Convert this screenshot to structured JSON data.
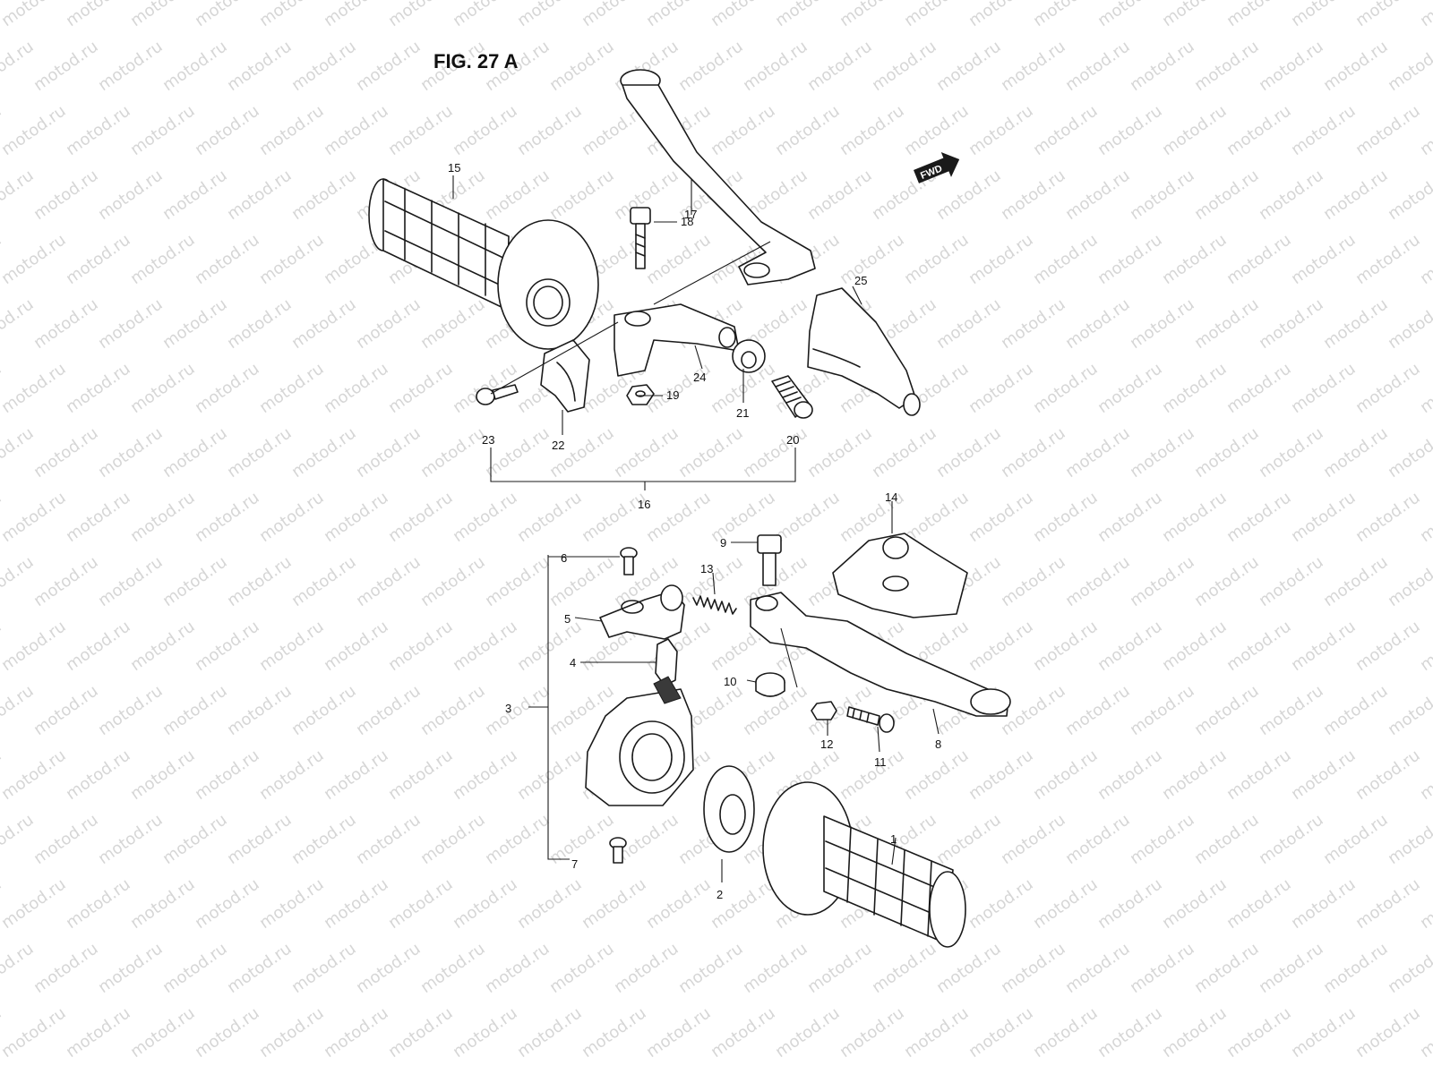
{
  "figure": {
    "title": "FIG. 27 A"
  },
  "watermark": {
    "text": "motod.ru"
  },
  "direction_badge": {
    "label": "FWD",
    "icon": "forward-arrow-icon"
  },
  "callouts": {
    "c1": "1",
    "c2": "2",
    "c3": "3",
    "c4": "4",
    "c5": "5",
    "c6": "6",
    "c7": "7",
    "c8": "8",
    "c9": "9",
    "c10": "10",
    "c11": "11",
    "c12": "12",
    "c13": "13",
    "c14": "14",
    "c15": "15",
    "c16": "16",
    "c17": "17",
    "c18": "18",
    "c19": "19",
    "c20": "20",
    "c21": "21",
    "c22": "22",
    "c23": "23",
    "c24": "24",
    "c25": "25"
  },
  "colors": {
    "ink": "#1a1a1a",
    "watermark": "#d6d6d6",
    "background": "#ffffff"
  }
}
